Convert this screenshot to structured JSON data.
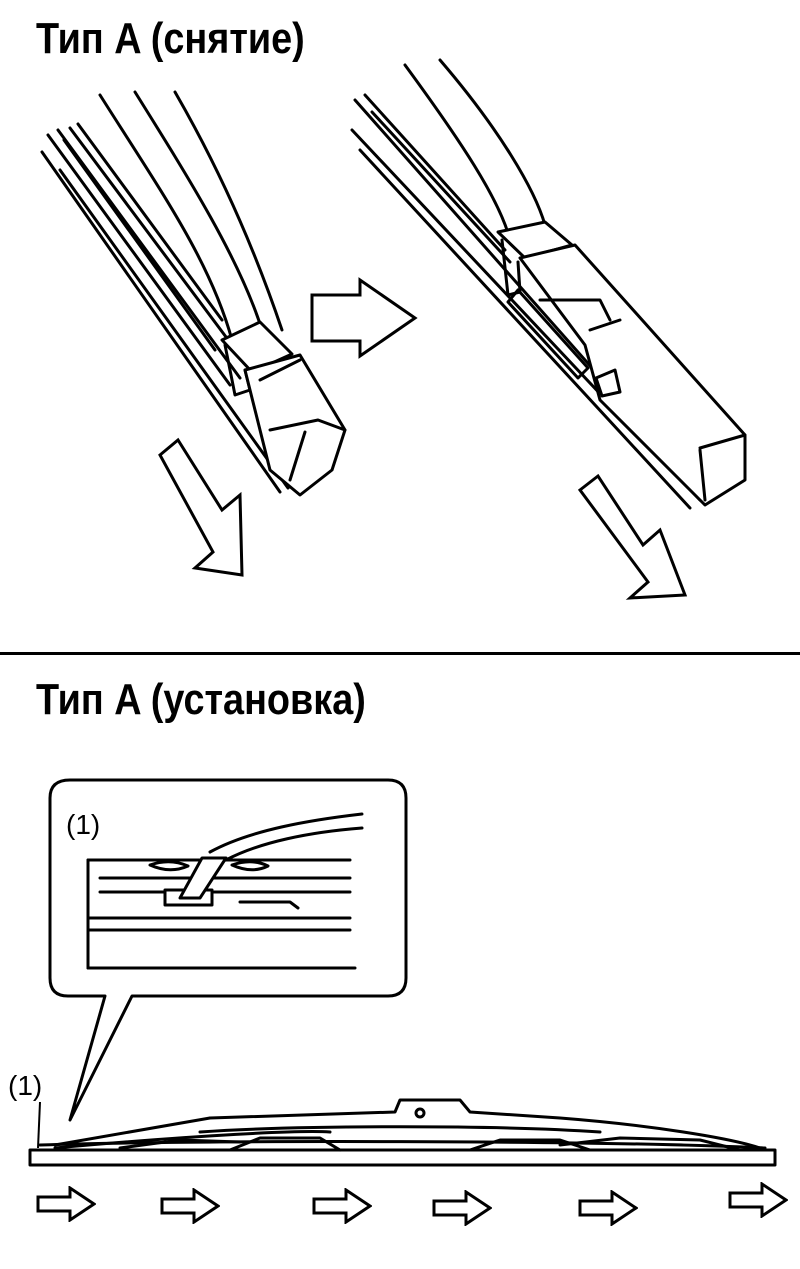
{
  "sections": {
    "removal": {
      "title": "Тип A (снятие)"
    },
    "installation": {
      "title": "Тип A (установка)"
    }
  },
  "callouts": {
    "detail_label": "(1)",
    "blade_label": "(1)"
  },
  "icons": {
    "flow_arrow": "right-arrow-icon",
    "pull_arrow": "down-left-arrow-icon",
    "slide_arrow": "right-arrow-icon"
  }
}
